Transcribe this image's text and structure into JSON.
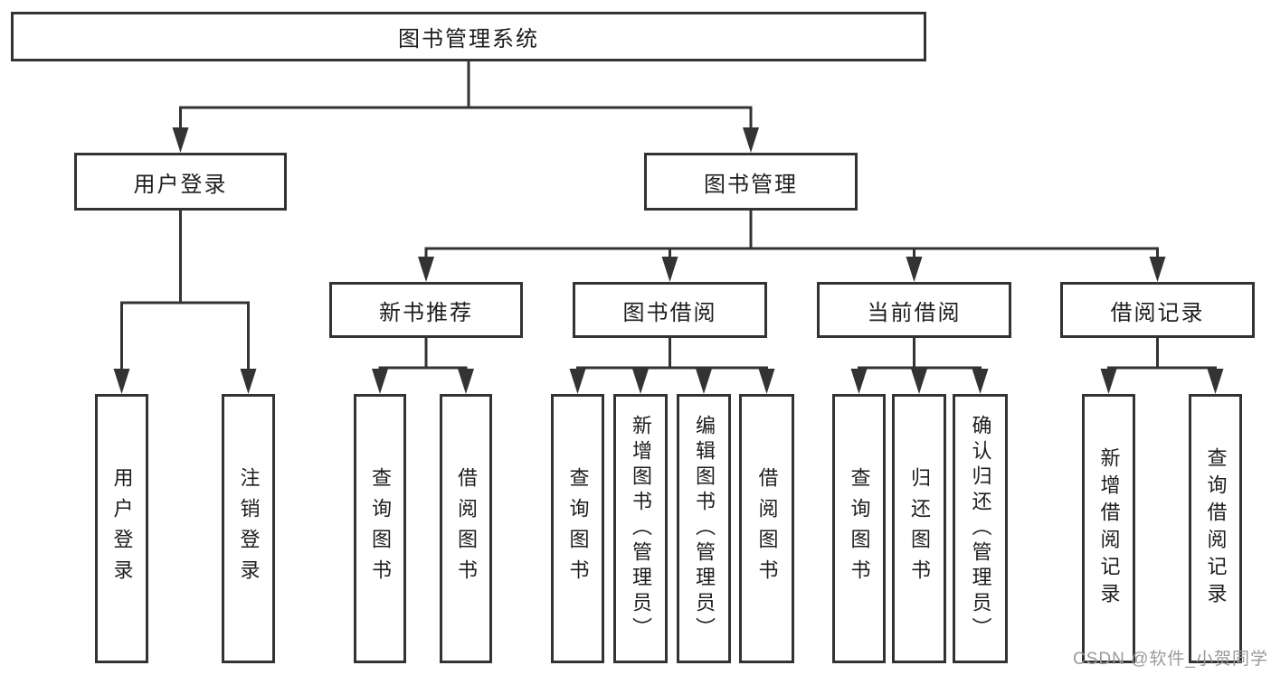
{
  "diagram": {
    "type": "hierarchy-tree",
    "root_label": "图书管理系统"
  },
  "nodes": [
    {
      "id": "root",
      "label": "图书管理系统",
      "parent": null,
      "text_direction": "horizontal"
    },
    {
      "id": "user-login",
      "label": "用户登录",
      "parent": "root",
      "text_direction": "horizontal"
    },
    {
      "id": "book-management",
      "label": "图书管理",
      "parent": "root",
      "text_direction": "horizontal"
    },
    {
      "id": "new-book-recommend",
      "label": "新书推荐",
      "parent": "book-management",
      "text_direction": "horizontal"
    },
    {
      "id": "book-borrow",
      "label": "图书借阅",
      "parent": "book-management",
      "text_direction": "horizontal"
    },
    {
      "id": "current-borrow",
      "label": "当前借阅",
      "parent": "book-management",
      "text_direction": "horizontal"
    },
    {
      "id": "borrow-records",
      "label": "借阅记录",
      "parent": "book-management",
      "text_direction": "horizontal"
    },
    {
      "id": "leaf-user-login",
      "label": "用户登录",
      "parent": "user-login",
      "text_direction": "vertical"
    },
    {
      "id": "leaf-logout",
      "label": "注销登录",
      "parent": "user-login",
      "text_direction": "vertical"
    },
    {
      "id": "leaf-query-book-1",
      "label": "查询图书",
      "parent": "new-book-recommend",
      "text_direction": "vertical"
    },
    {
      "id": "leaf-borrow-book-1",
      "label": "借阅图书",
      "parent": "new-book-recommend",
      "text_direction": "vertical"
    },
    {
      "id": "leaf-query-book-2",
      "label": "查询图书",
      "parent": "book-borrow",
      "text_direction": "vertical"
    },
    {
      "id": "leaf-add-book",
      "label": "新增图书（管理员）",
      "parent": "book-borrow",
      "text_direction": "vertical"
    },
    {
      "id": "leaf-edit-book",
      "label": "编辑图书（管理员）",
      "parent": "book-borrow",
      "text_direction": "vertical"
    },
    {
      "id": "leaf-borrow-book-2",
      "label": "借阅图书",
      "parent": "book-borrow",
      "text_direction": "vertical"
    },
    {
      "id": "leaf-query-book-3",
      "label": "查询图书",
      "parent": "current-borrow",
      "text_direction": "vertical"
    },
    {
      "id": "leaf-return-book",
      "label": "归还图书",
      "parent": "current-borrow",
      "text_direction": "vertical"
    },
    {
      "id": "leaf-confirm-return",
      "label": "确认归还（管理员）",
      "parent": "current-borrow",
      "text_direction": "vertical"
    },
    {
      "id": "leaf-add-borrow-record",
      "label": "新增借阅记录",
      "parent": "borrow-records",
      "text_direction": "vertical"
    },
    {
      "id": "leaf-query-borrow-record",
      "label": "查询借阅记录",
      "parent": "borrow-records",
      "text_direction": "vertical"
    }
  ],
  "watermark": {
    "text": "CSDN @软件_小贺同学",
    "color": "#9a9a9a"
  },
  "colors": {
    "line": "#333333",
    "text": "#1d1d1d",
    "background": "#ffffff"
  }
}
